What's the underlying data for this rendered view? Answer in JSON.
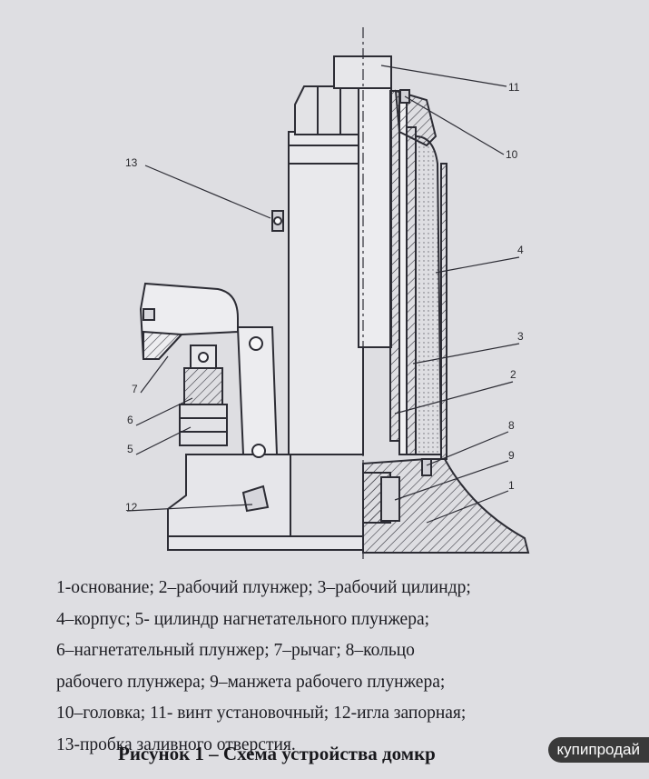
{
  "figure": {
    "callouts": [
      {
        "id": "11",
        "label": "11"
      },
      {
        "id": "10",
        "label": "10"
      },
      {
        "id": "13",
        "label": "13"
      },
      {
        "id": "4",
        "label": "4"
      },
      {
        "id": "3",
        "label": "3"
      },
      {
        "id": "2",
        "label": "2"
      },
      {
        "id": "7",
        "label": "7"
      },
      {
        "id": "6",
        "label": "6"
      },
      {
        "id": "8",
        "label": "8"
      },
      {
        "id": "9",
        "label": "9"
      },
      {
        "id": "5",
        "label": "5"
      },
      {
        "id": "1",
        "label": "1"
      },
      {
        "id": "12",
        "label": "12"
      }
    ],
    "legend_lines": [
      "1-основание; 2–рабочий плунжер; 3–рабочий цилиндр;",
      "4–корпус; 5- цилиндр нагнетательного плунжера;",
      "6–нагнетательный плунжер; 7–рычаг; 8–кольцо",
      "рабочего плунжера; 9–манжета рабочего плунжера;",
      "10–головка; 11- винт установочный; 12-игла запорная;",
      "13-пробка заливного отверстия."
    ],
    "caption": "Рисунок 1 – Схема устройства домкр",
    "watermark": "купипродай"
  }
}
